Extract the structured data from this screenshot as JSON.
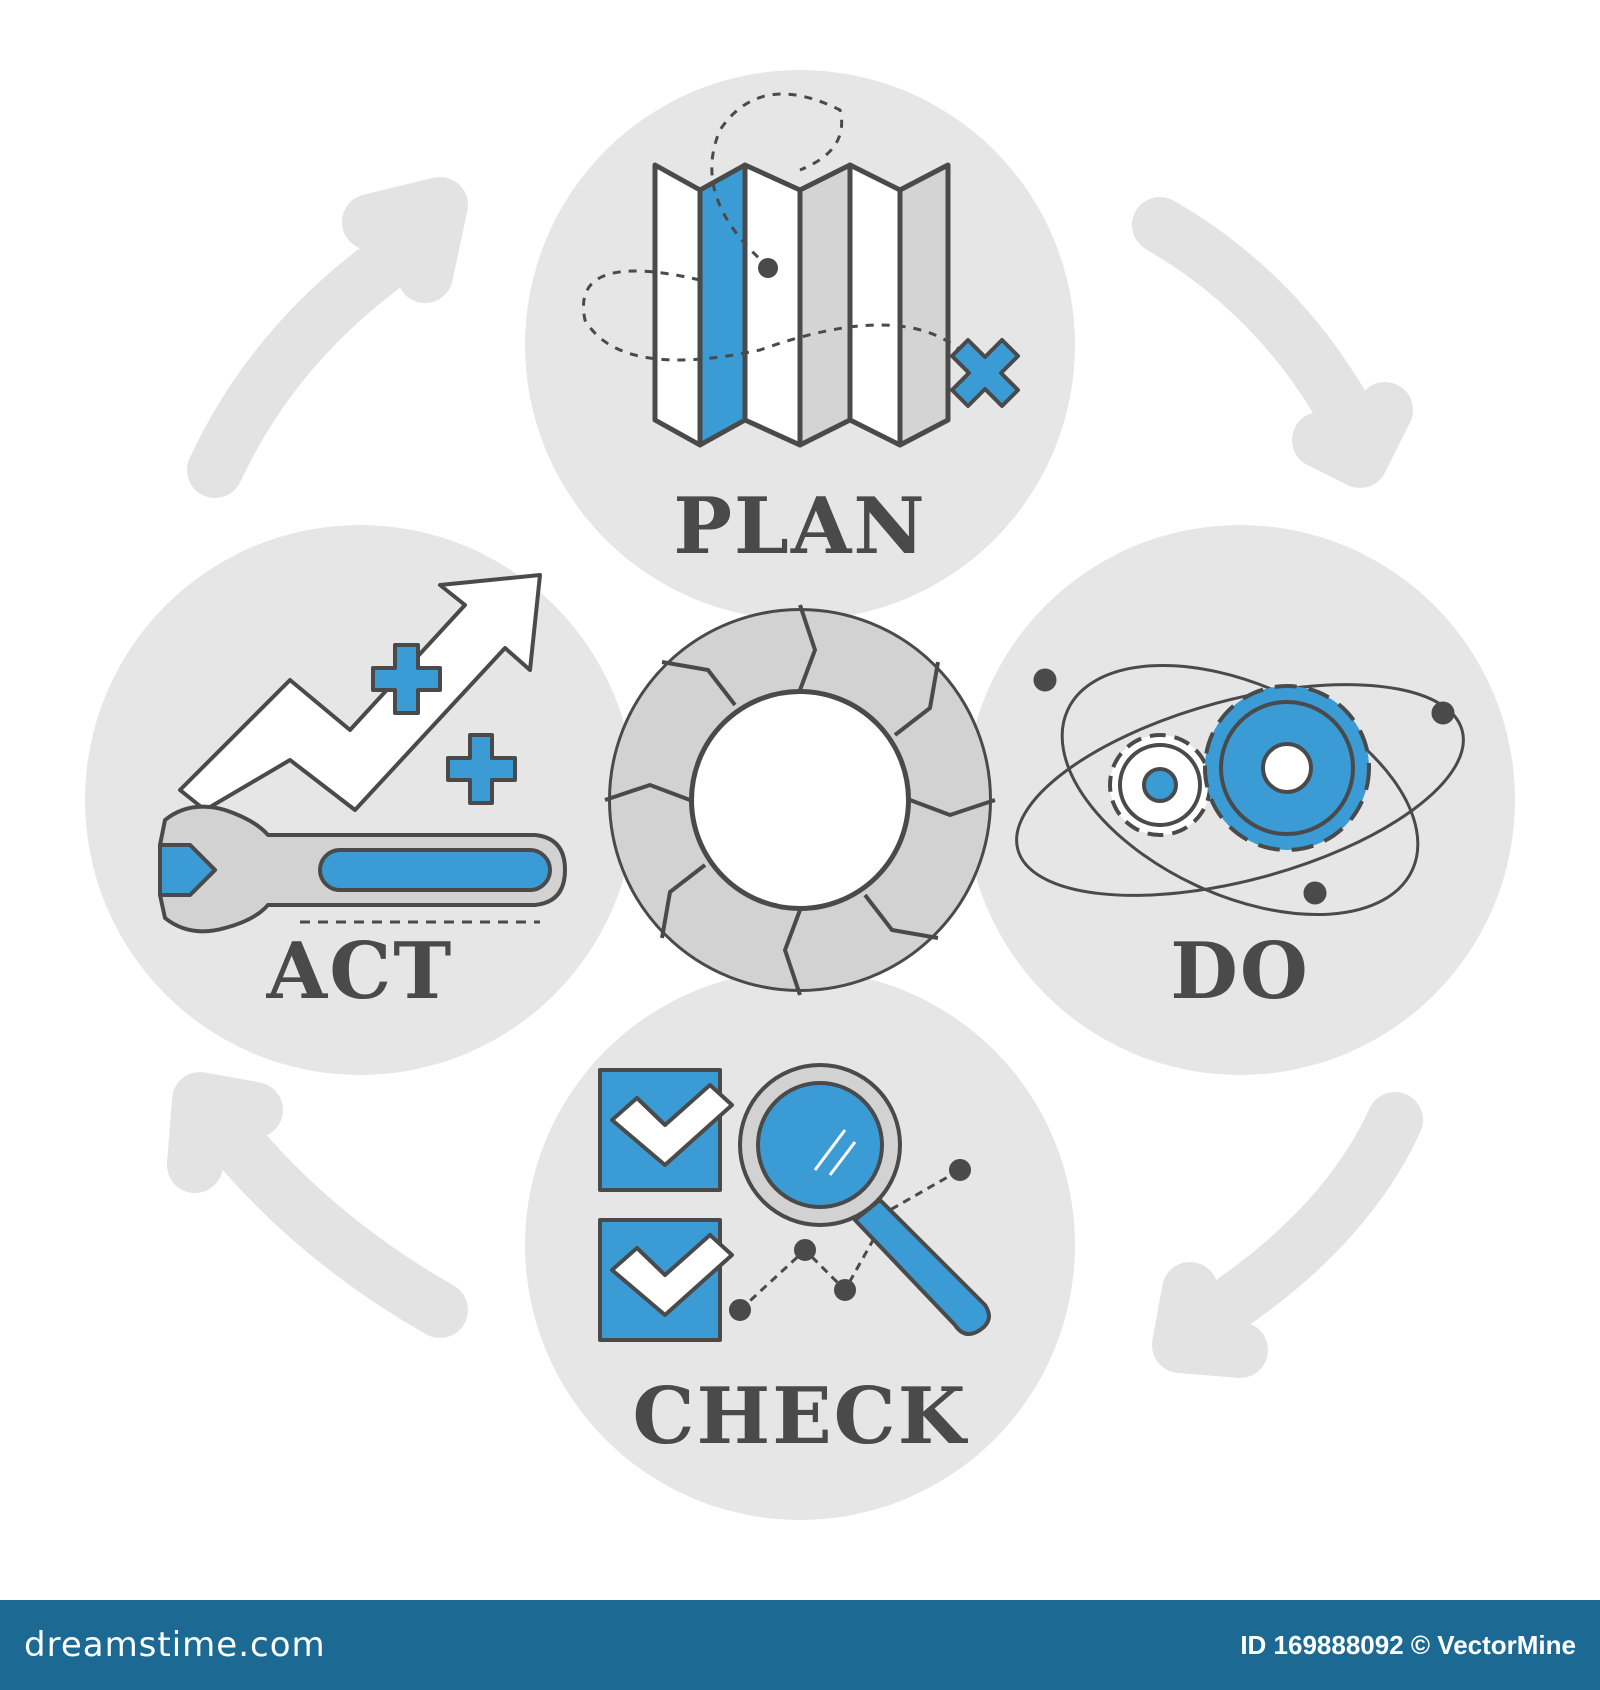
{
  "diagram": {
    "stages": [
      {
        "id": "plan",
        "label": "PLAN",
        "icon": "folded-map-icon"
      },
      {
        "id": "do",
        "label": "DO",
        "icon": "gears-orbit-icon"
      },
      {
        "id": "check",
        "label": "CHECK",
        "icon": "checklist-magnifier-icon"
      },
      {
        "id": "act",
        "label": "ACT",
        "icon": "wrench-growth-arrow-icon"
      }
    ],
    "center_icon": "cycle-arrows-ring-icon",
    "colors": {
      "accent": "#3a9bd5",
      "circle": "#e6e6e6",
      "arrow": "#e3e3e3",
      "stroke": "#4a4a4a",
      "text": "#4a4a4a"
    }
  },
  "footer": {
    "brand": "dreamstime.com",
    "id_text": "ID 169888092 © VectorMine",
    "background": "#1c6a93"
  }
}
